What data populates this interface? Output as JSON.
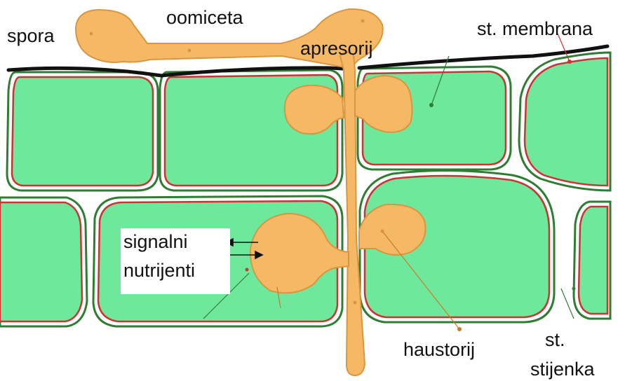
{
  "labels": {
    "spora": "spora",
    "oomiceta": "oomiceta",
    "apresorij": "apresorij",
    "st_membrana": "st. membrana",
    "signalni": "signalni",
    "nutrijenti": "nutrijenti",
    "haustorij": "haustorij",
    "st": "st.",
    "stijenka": "stijenka"
  },
  "colors": {
    "cell_fill": "#6ee89a",
    "cell_wall": "#2e7d32",
    "membrane": "#cc3333",
    "pathogen": "#f5b965",
    "pathogen_edge": "#d9953f",
    "cuticle": "#111111",
    "leader": "#cc7a2a"
  }
}
